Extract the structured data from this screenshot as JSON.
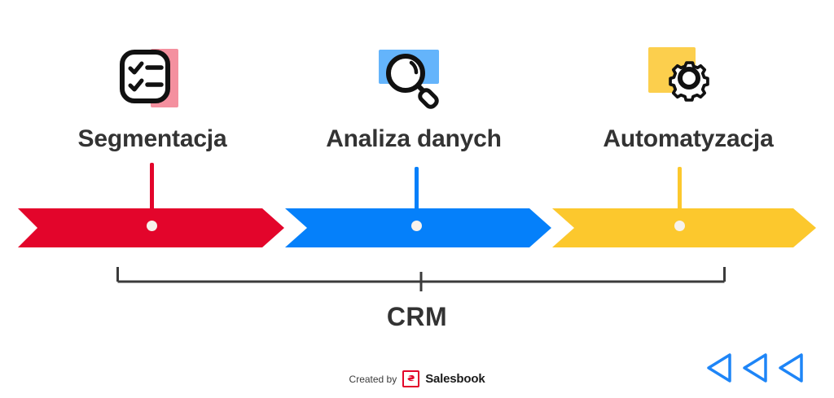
{
  "theme": {
    "background": "#ffffff",
    "text_dark": "#333333",
    "red": "#E3052B",
    "blue": "#0580FA",
    "yellow": "#FCC82D",
    "accent_pink": "#F4909F",
    "accent_light_blue": "#64B4FB",
    "accent_light_yellow": "#FCCF4D",
    "node_dot": "#F7F2EC",
    "bracket": "#3b3b3b"
  },
  "steps": [
    {
      "label": "Segmentacja",
      "icon": "checklist-icon",
      "color": "#E3052B",
      "accent_color": "#F4909F"
    },
    {
      "label": "Analiza danych",
      "icon": "magnifier-icon",
      "color": "#0580FA",
      "accent_color": "#64B4FB"
    },
    {
      "label": "Automatyzacja",
      "icon": "gear-icon",
      "color": "#FCC82D",
      "accent_color": "#FCCF4D"
    }
  ],
  "summary": {
    "label": "CRM"
  },
  "footer": {
    "created_by": "Created by",
    "brand": "Salesbook",
    "brand_mark": "salesbook-logo-icon"
  },
  "navigation": {
    "arrows": [
      "prev-arrow-icon",
      "prev-arrow-icon",
      "prev-arrow-icon"
    ],
    "color": "#1E85F7"
  },
  "chart_data": {
    "type": "bar",
    "title": "CRM",
    "categories": [
      "Segmentacja",
      "Analiza danych",
      "Automatyzacja"
    ],
    "values": [
      1,
      1,
      1
    ],
    "colors": [
      "#E3052B",
      "#0580FA",
      "#FCC82D"
    ],
    "xlabel": "",
    "ylabel": "",
    "legend": "none",
    "grid": false
  }
}
